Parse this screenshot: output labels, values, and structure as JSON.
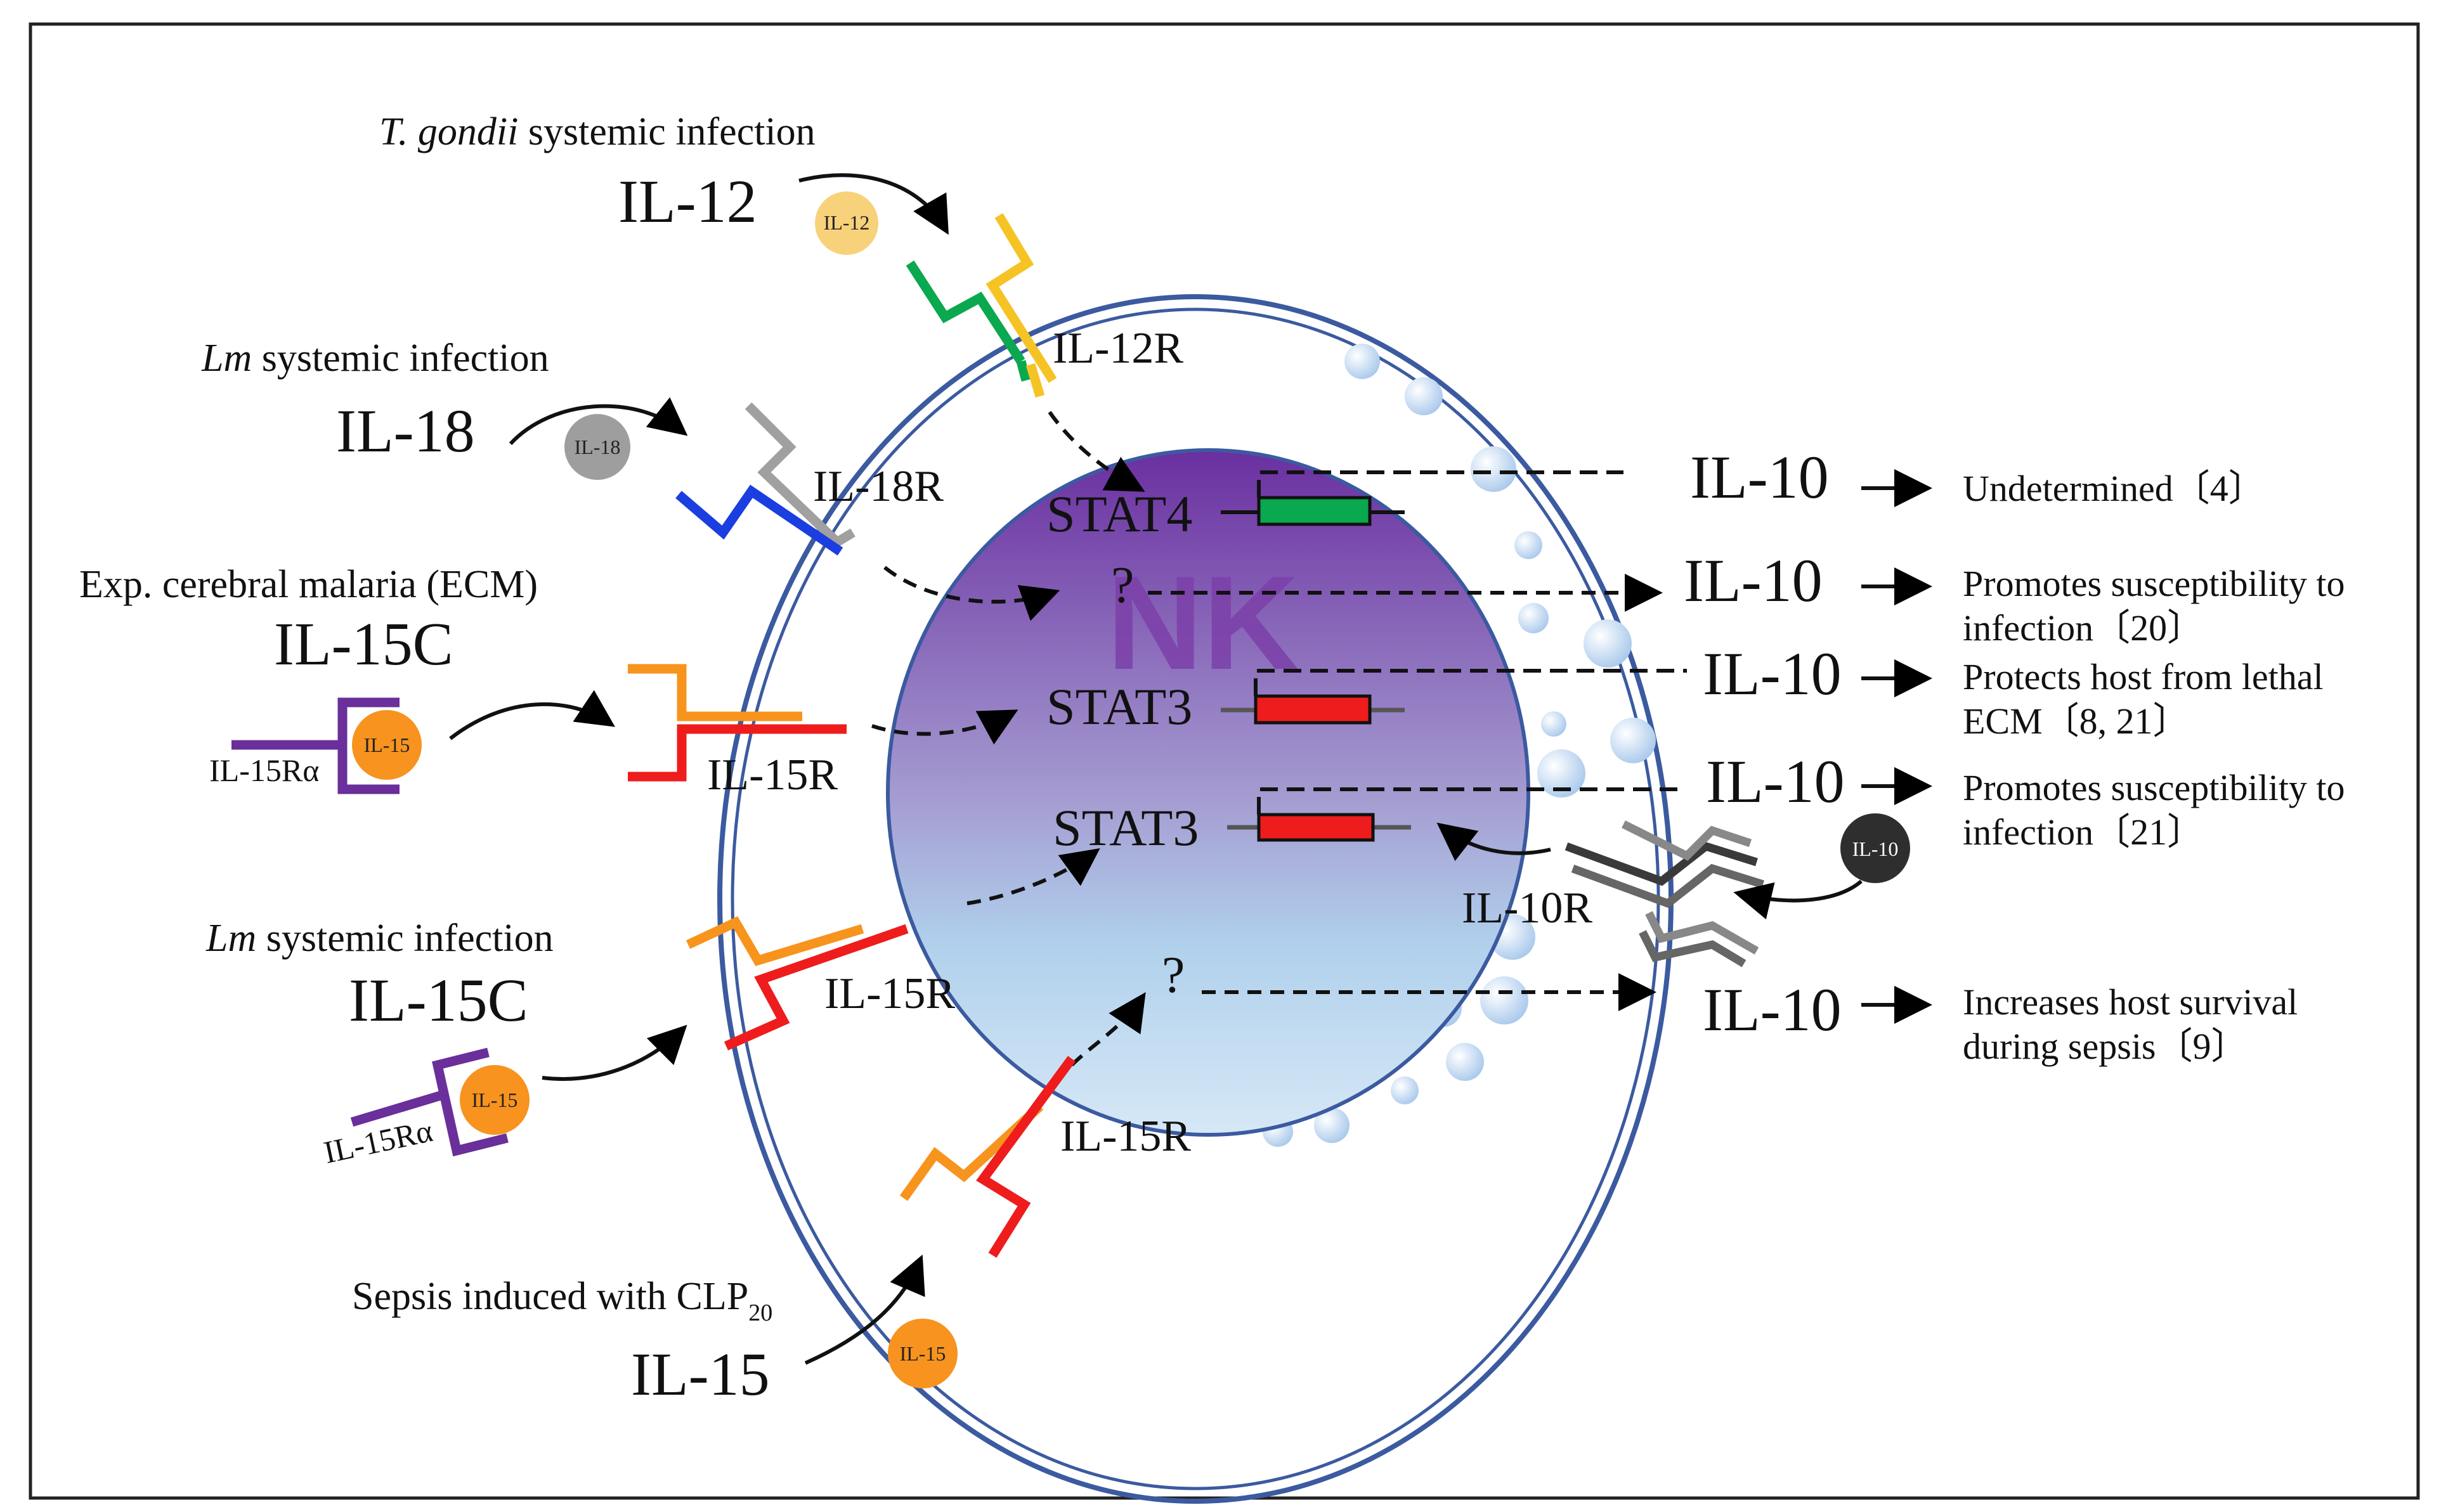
{
  "diagram": {
    "nk_label": "NK",
    "question_mark": "?",
    "stat4": "STAT4",
    "stat3": "STAT3",
    "il10": "IL-10",
    "arrow_symbol": "→",
    "inputs": {
      "tgondii": {
        "italic": "T. gondii",
        "rest": " systemic infection",
        "cytokine": "IL-12",
        "ball": "IL-12",
        "receptor": "IL-12R"
      },
      "lm1": {
        "italic": "Lm",
        "rest": " systemic infection",
        "cytokine": "IL-18",
        "ball": "IL-18",
        "receptor": "IL-18R"
      },
      "ecm": {
        "text": "Exp. cerebral malaria (ECM)",
        "cytokine": "IL-15C",
        "ball": "IL-15",
        "ralpha": "IL-15Rα",
        "receptor": "IL-15R"
      },
      "lm2": {
        "italic": "Lm",
        "rest": " systemic infection",
        "cytokine": "IL-15C",
        "ball": "IL-15",
        "ralpha": "IL-15Rα",
        "receptor": "IL-15R"
      },
      "sepsis": {
        "text": "Sepsis induced with CLP",
        "sub": "20",
        "cytokine": "IL-15",
        "ball": "IL-15",
        "receptor": "IL-15R"
      }
    },
    "il10r": {
      "ball": "IL-10",
      "receptor": "IL-10R"
    },
    "outcomes": [
      {
        "line1": "Undetermined〔4〕",
        "line2": ""
      },
      {
        "line1": "Promotes susceptibility to",
        "line2": "infection〔20〕"
      },
      {
        "line1": "Protects host from lethal",
        "line2": "ECM〔8, 21〕"
      },
      {
        "line1": "Promotes susceptibility to",
        "line2": "infection〔21〕"
      },
      {
        "line1": "Increases host survival",
        "line2": "during sepsis〔9〕"
      }
    ],
    "colors": {
      "cell_membrane": "#3b5aa0",
      "nucleus_top": "#6a2fa0",
      "nucleus_bottom": "#b3d4ee",
      "il12_ball": "#f8d27a",
      "il18_ball": "#9e9e9e",
      "il15_ball": "#f7931e",
      "il10_ball": "#2e2e2e",
      "il15ralpha": "#6a2f9a",
      "green": "#0aa84f",
      "red": "#ee1c1c",
      "yellow": "#f6c325",
      "orange": "#f7941d",
      "gray": "#a0a0a0",
      "blue": "#1a3ee0",
      "nk_text": "#7b3fa8"
    }
  }
}
